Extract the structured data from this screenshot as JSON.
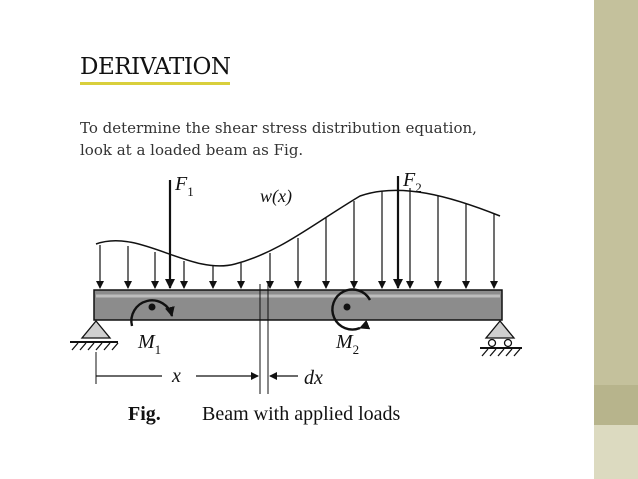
{
  "slide": {
    "title": "DERIVATION",
    "body": "To determine the shear stress distribution equation, look at a loaded beam as Fig.",
    "colors": {
      "title_underline": "#d9cf3c",
      "sidebar": "#c4c19c",
      "sidebar_accent": "#b7b48c",
      "beam": "#888888"
    }
  },
  "figure": {
    "caption_label": "Fig.",
    "caption_text": "Beam with applied loads",
    "labels": {
      "F1_base": "F",
      "F1_sub": "1",
      "F2_base": "F",
      "F2_sub": "2",
      "w": "w(x)",
      "M1_base": "M",
      "M1_sub": "1",
      "M2_base": "M",
      "M2_sub": "2",
      "x": "x",
      "dx": "dx"
    }
  }
}
